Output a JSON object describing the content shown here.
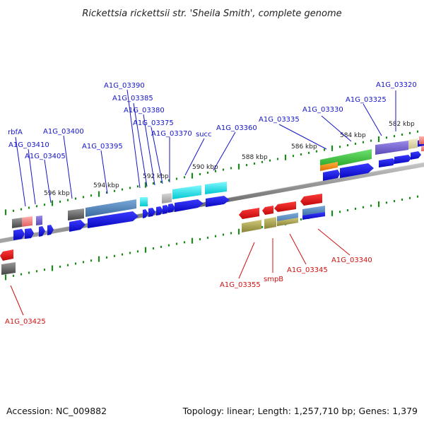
{
  "title": "Rickettsia rickettsii str. 'Sheila Smith', complete genome",
  "footer": {
    "accession": "Accession: NC_009882",
    "summary": "Topology: linear; Length: 1,257,710 bp; Genes: 1,379"
  },
  "kbp_ticks": [
    "582 kbp",
    "584 kbp",
    "586 kbp",
    "588 kbp",
    "590 kbp",
    "592 kbp",
    "594 kbp",
    "596 kbp"
  ],
  "forward_labels": [
    "A1G_03320",
    "A1G_03325",
    "A1G_03330",
    "A1G_03335",
    "A1G_03360",
    "succ",
    "A1G_03370",
    "A1G_03375",
    "A1G_03380",
    "A1G_03385",
    "A1G_03390",
    "A1G_03395",
    "A1G_03400",
    "A1G_03405",
    "A1G_03410",
    "rbfA"
  ],
  "reverse_labels": [
    "A1G_03340",
    "A1G_03345",
    "smpB",
    "A1G_03355",
    "A1G_03425"
  ],
  "colors": {
    "forward_gene": "#1010e0",
    "reverse_gene": "#e01010",
    "backbone": "#8a8a8a",
    "tick": "#1a8a1a",
    "cyan": "#00e0e8",
    "green": "#33c333",
    "steelblue": "#4a80b8",
    "purple": "#7a6ad0",
    "olive": "#b0a850",
    "gray": "#6a6a6a",
    "pink": "#f08080",
    "orange": "#f08a10"
  }
}
